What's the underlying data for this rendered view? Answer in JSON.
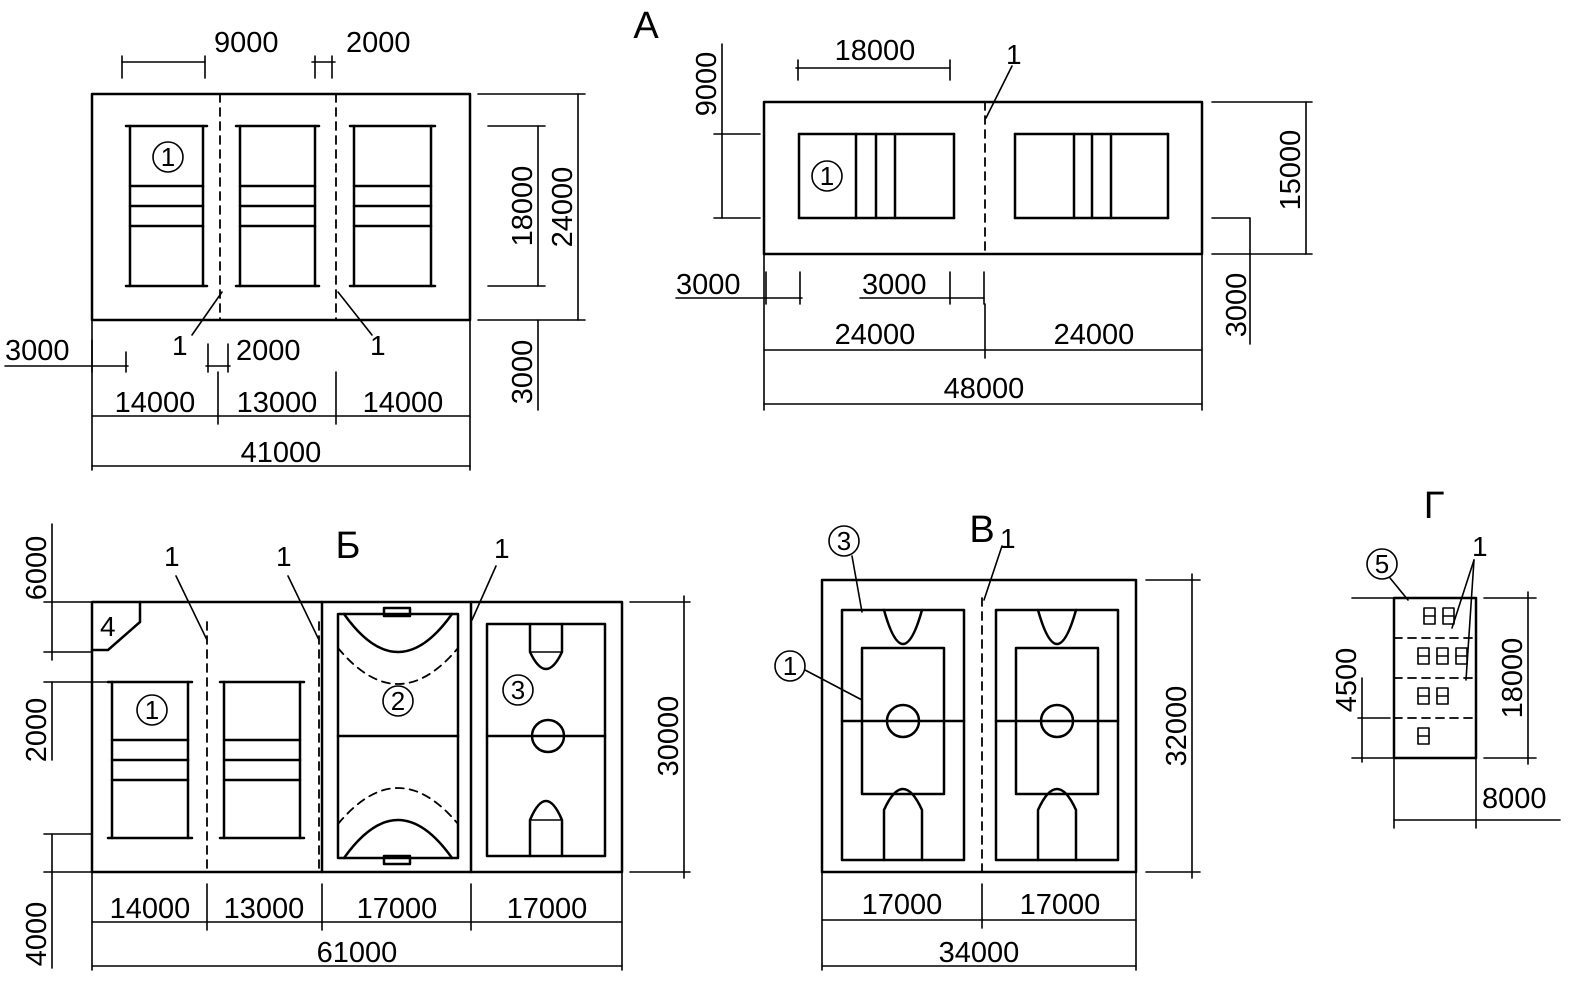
{
  "plans": {
    "A": {
      "label": "А",
      "left": {
        "dims": [
          "9000",
          "2000",
          "18000",
          "24000",
          "3000",
          "2000",
          "3000",
          "14000",
          "13000",
          "14000",
          "41000"
        ],
        "markers": [
          "1"
        ],
        "tags": [
          "1",
          "1"
        ]
      },
      "right": {
        "dims": [
          "18000",
          "9000",
          "15000",
          "3000",
          "3000",
          "3000",
          "24000",
          "24000",
          "48000"
        ],
        "markers": [
          "1"
        ],
        "tags": [
          "1"
        ]
      }
    },
    "B": {
      "label": "Б",
      "dims": [
        "6000",
        "2000",
        "4000",
        "30000",
        "14000",
        "13000",
        "17000",
        "17000",
        "61000"
      ],
      "markers": [
        "1",
        "2",
        "3"
      ],
      "tags": [
        "1",
        "1",
        "1",
        "4"
      ]
    },
    "V": {
      "label": "В",
      "dims": [
        "32000",
        "17000",
        "17000",
        "34000"
      ],
      "markers": [
        "3",
        "1"
      ],
      "tags": [
        "1"
      ]
    },
    "G": {
      "label": "Г",
      "dims": [
        "4500",
        "18000",
        "8000"
      ],
      "markers": [
        "5"
      ],
      "tags": [
        "1"
      ]
    }
  }
}
